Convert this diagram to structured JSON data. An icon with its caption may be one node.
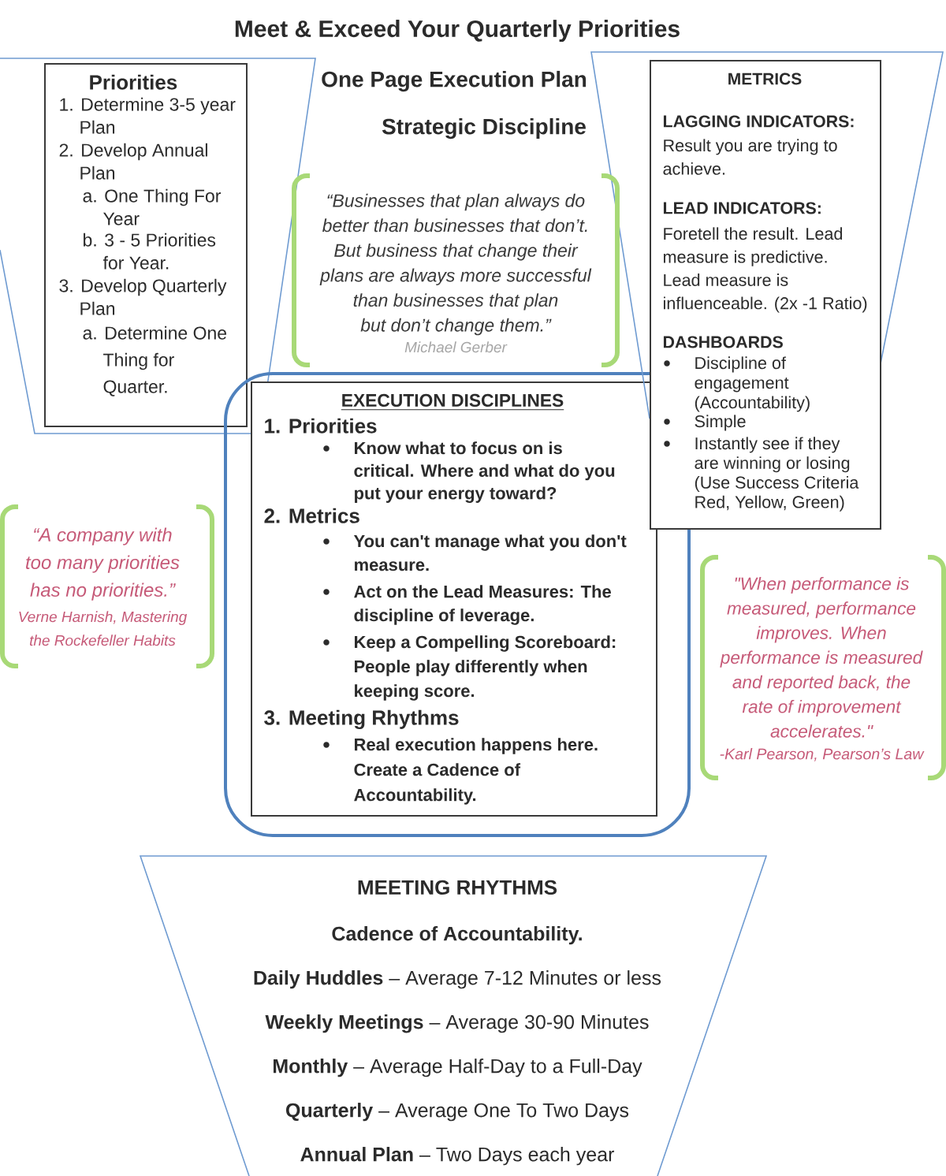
{
  "diagram": {
    "title": "Meet & Exceed Your Quarterly Priorities",
    "nodes": [
      {
        "text": [],
        "shape": "trapezoid"
      },
      {
        "text": [
          "Priorities",
          "1. Determine 3-5 year Plan",
          "2. Develop Annual Plan",
          "a. One Thing For Year",
          "b. 3 - 5 Priorities for Year.",
          "3. Develop Quarterly Plan",
          "a. Determine One Thing for Quarter."
        ],
        "in": 0
      },
      {
        "text": [],
        "shape": "trapezoid"
      },
      {
        "text": [
          "METRICS",
          "LAGGING INDICATORS:",
          "Result you are trying to achieve.",
          "LEAD INDICATORS:",
          "Foretell the result. Lead measure is predictive. Lead measure is influenceable. (2x -1 Ratio)",
          "DASHBOARDS",
          "Discipline of engagement (Accountability)",
          "Simple",
          "Instantly see if they are winning or losing (Use Success Criteria Red, Yellow, Green)"
        ]
      },
      {
        "text": [
          "“Businesses that plan always do better than businesses that don’t. But business that change their plans are always more successful than businesses that plan but don’t change them.”",
          "Michael Gerber"
        ]
      },
      {
        "text": [],
        "shape": "box"
      },
      {
        "text": [
          "EXECUTION DISCIPLINES",
          "1. Priorities",
          "Know what to focus on is critical. Where and what do you put your energy toward?",
          "2. Metrics",
          "You can't manage what you don't measure.",
          "Act on the Lead Measures: The discipline of leverage.",
          "Keep a Compelling Scoreboard: People play differently when keeping score.",
          "3. Meeting Rhythms",
          "Real execution happens here. Create a Cadence of Accountability."
        ],
        "in": 5
      },
      {
        "text": [
          "“A company with too many priorities has no priorities.”",
          "Verne Harnish, Mastering the Rockefeller Habits"
        ]
      },
      {
        "text": [
          "\"When performance is measured, performance improves. When performance is measured and reported back, the rate of improvement accelerates.\"",
          "-Karl Pearson, Pearson’s Law"
        ]
      },
      {
        "text": [
          "MEETING RHYTHMS",
          "Cadence of Accountability.",
          "**Daily Huddles** – Average 7-12 Minutes or less",
          "**Weekly Meetings** – Average 30-90 Minutes",
          "**Monthly** – Average Half-Day to a Full-Day",
          "**Quarterly** – Average One To Two Days",
          "**Annual Plan** – Two Days each year"
        ]
      }
    ],
    "labels": [
      "One Page Execution Plan",
      "Strategic Discipline"
    ]
  }
}
